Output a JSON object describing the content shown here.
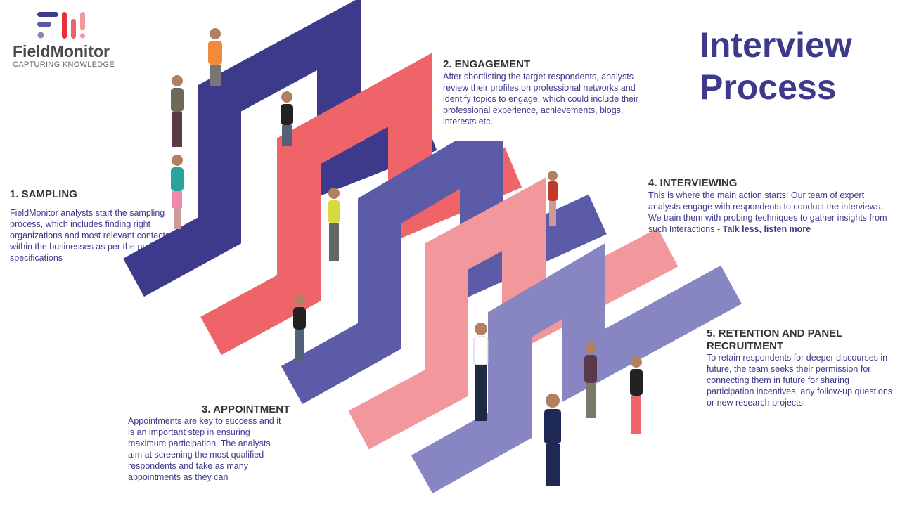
{
  "logo": {
    "name": "FieldMonitor",
    "tagline": "CAPTURING KNOWLEDGE"
  },
  "title": {
    "line1": "Interview",
    "line2": "Process"
  },
  "colors": {
    "dark": "#3d3a8c",
    "red": "#ee6468",
    "mid": "#5b5ba8",
    "pink": "#f2979b",
    "lavender": "#8786c2"
  },
  "steps": [
    {
      "heading": "1. SAMPLING",
      "body": "FieldMonitor analysts start the sampling process, which includes finding right organizations and most relevant contacts within the businesses as per the project specifications"
    },
    {
      "heading": "2. ENGAGEMENT",
      "body": "After shortlisting the target respondents, analysts review their profiles on professional networks and identify topics to engage, which could include their professional experience, achievements, blogs, interests etc."
    },
    {
      "heading": "3. APPOINTMENT",
      "body": "Appointments are key to success and it is an important step in ensuring maximum participation. The analysts aim at screening the most qualified respondents and take as many appointments as they can"
    },
    {
      "heading": "4. INTERVIEWING",
      "body": "This is where the main action starts! Our team of expert analysts engage with respondents to conduct the interviews. We train them with probing techniques to gather insights from such Interactions - ",
      "emphasis": "Talk less, listen more"
    },
    {
      "heading": "5. RETENTION AND PANEL RECRUITMENT",
      "body": "To retain respondents for deeper discourses in future, the team seeks their permission for connecting them in future for sharing participation incentives, any follow-up questions or new research projects."
    }
  ]
}
